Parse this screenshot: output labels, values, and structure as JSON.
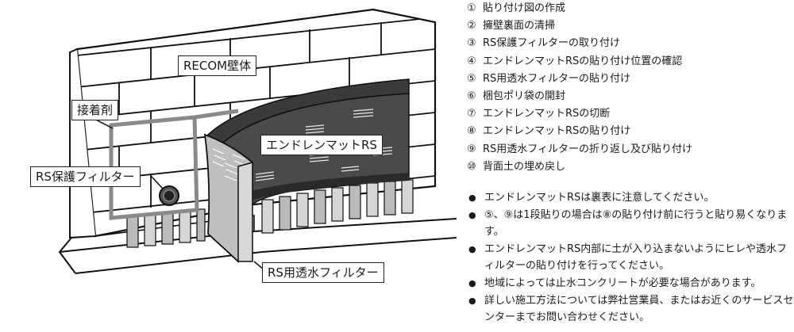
{
  "labels": {
    "wall": "RECOM壁体",
    "adhesive": "接着剤",
    "mat": "エンドレンマットRS",
    "protect_filter": "RS保護フィルター",
    "drain_filter": "RS用透水フィルター"
  },
  "steps": [
    {
      "num": "①",
      "text": "貼り付け図の作成"
    },
    {
      "num": "②",
      "text": "擁壁裏面の清掃"
    },
    {
      "num": "③",
      "text": "RS保護フィルターの取り付け"
    },
    {
      "num": "④",
      "text": "エンドレンマットRSの貼り付け位置の確認"
    },
    {
      "num": "⑤",
      "text": "RS用透水フィルターの貼り付け"
    },
    {
      "num": "⑥",
      "text": "梱包ポリ袋の開封"
    },
    {
      "num": "⑦",
      "text": "エンドレンマットRSの切断"
    },
    {
      "num": "⑧",
      "text": "エンドレンマットRSの貼り付け"
    },
    {
      "num": "⑨",
      "text": "RS用透水フィルターの折り返し及び貼り付け"
    },
    {
      "num": "⑩",
      "text": "背面土の埋め戻し"
    }
  ],
  "notes": [
    {
      "bullet": "●",
      "text": "エンドレンマットRSは裏表に注意してください。"
    },
    {
      "bullet": "●",
      "text": "⑤、⑨は1段貼りの場合は⑧の貼り付け前に行うと貼り易くなります。"
    },
    {
      "bullet": "●",
      "text": "エンドレンマットRS内部に土が入り込まないようにヒレや透水フィルターの貼り付けを行ってください。"
    },
    {
      "bullet": "●",
      "text": "地域によっては止水コンクリートが必要な場合があります。"
    },
    {
      "bullet": "●",
      "text": "詳しい施工方法については弊社営業員、またはお近くのサービスセンターまでお問い合わせください。"
    }
  ]
}
